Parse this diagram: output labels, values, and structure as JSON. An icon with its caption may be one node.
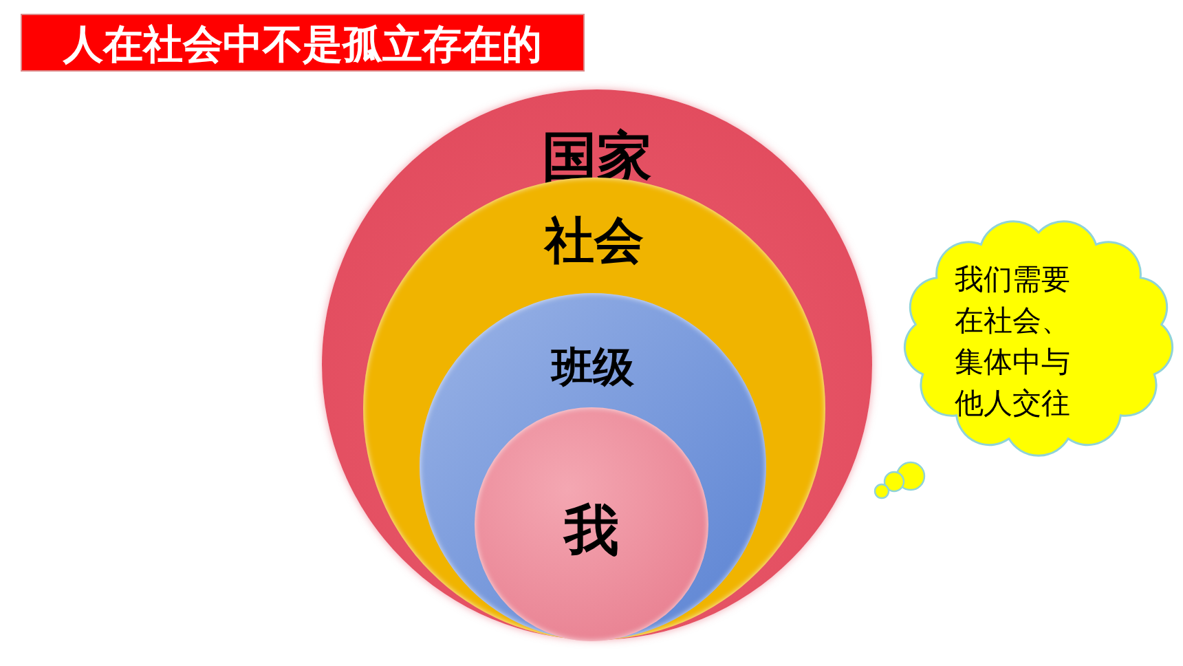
{
  "diagram": {
    "title": "人在社会中不是孤立存在的",
    "nodes": [
      {
        "text": [
          "国家"
        ]
      },
      {
        "text": [
          "社会"
        ],
        "in": 0
      },
      {
        "text": [
          "班级"
        ],
        "in": 1
      },
      {
        "text": [
          "我"
        ],
        "in": 2
      },
      {
        "text": [
          "我们需要在社会、集体中与他人交往"
        ]
      }
    ]
  }
}
